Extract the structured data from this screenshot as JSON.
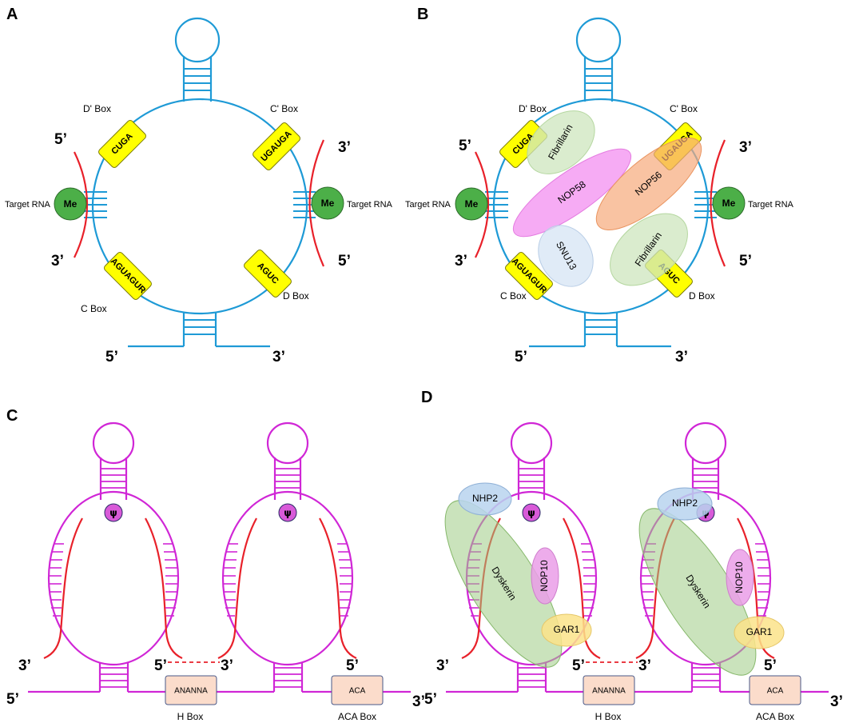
{
  "panels": {
    "a": {
      "label": "A",
      "d_prime_box": "D' Box",
      "c_prime_box": "C' Box",
      "c_box": "C Box",
      "d_box": "D Box",
      "box_cuga": "CUGA",
      "box_ugauga": "UGAUGA",
      "box_aguagur": "AGUAGUR",
      "box_aguc": "AGUC",
      "target_left": "Target RNA",
      "target_right": "Target RNA",
      "me_left": "Me",
      "me_right": "Me",
      "left_top_end": "5’",
      "left_bottom_end": "3’",
      "right_top_end": "3’",
      "right_bottom_end": "5’",
      "stem_5": "5’",
      "stem_3": "3’"
    },
    "b": {
      "label": "B",
      "d_prime_box": "D' Box",
      "c_prime_box": "C' Box",
      "c_box": "C Box",
      "d_box": "D Box",
      "box_cuga": "CUGA",
      "box_ugauga": "UGAUGA",
      "box_aguagur": "AGUAGUR",
      "box_aguc": "AGUC",
      "target_left": "Target RNA",
      "target_right": "Target RNA",
      "me_left": "Me",
      "me_right": "Me",
      "left_top_end": "5’",
      "left_bottom_end": "3’",
      "right_top_end": "3’",
      "right_bottom_end": "5’",
      "stem_5": "5’",
      "stem_3": "3’",
      "fibrillarin_1": "Fibrillarin",
      "nop58": "NOP58",
      "nop56": "NOP56",
      "snu13": "SNU13",
      "fibrillarin_2": "Fibrillarin"
    },
    "c": {
      "label": "C",
      "psi_1": "ψ",
      "psi_2": "ψ",
      "ananna": "ANANNA",
      "aca": "ACA",
      "h_box": "H Box",
      "aca_box": "ACA Box",
      "end_3_left": "3’",
      "end_5_mid": "5’",
      "end_3_mid": "3’",
      "end_5_right": "5’",
      "end_5_base": "5’",
      "end_3_base": "3’"
    },
    "d": {
      "label": "D",
      "psi_1": "ψ",
      "psi_2": "ψ",
      "nhp2_1": "NHP2",
      "nhp2_2": "NHP2",
      "nop10_1": "NOP10",
      "nop10_2": "NOP10",
      "dyskerin_1": "Dyskerin",
      "dyskerin_2": "Dyskerin",
      "gar1_1": "GAR1",
      "gar1_2": "GAR1",
      "ananna": "ANANNA",
      "aca": "ACA",
      "h_box": "H Box",
      "aca_box": "ACA Box",
      "end_3_left": "3’",
      "end_5_mid": "5’",
      "end_3_mid": "3’",
      "end_5_right": "5’",
      "end_5_base": "5’",
      "end_3_base": "3’"
    }
  },
  "colors": {
    "cd_rna": "#1e9ad6",
    "guide": "#e8212a",
    "hp_rna": "#d026d6",
    "box_yellow": "#ffff00",
    "me_green": "#4caf48",
    "psi_fill": "#d85ad8",
    "hbox_fill": "#fbdccb",
    "fibrillarin": "#cde6bd",
    "nop58": "#f38ff0",
    "nop56": "#f7a97a",
    "snu13": "#d5e4f4",
    "nhp2": "#b9d3ee",
    "nop10": "#ea9ee8",
    "dyskerin": "#9fcc85",
    "gar1": "#fce38a"
  }
}
